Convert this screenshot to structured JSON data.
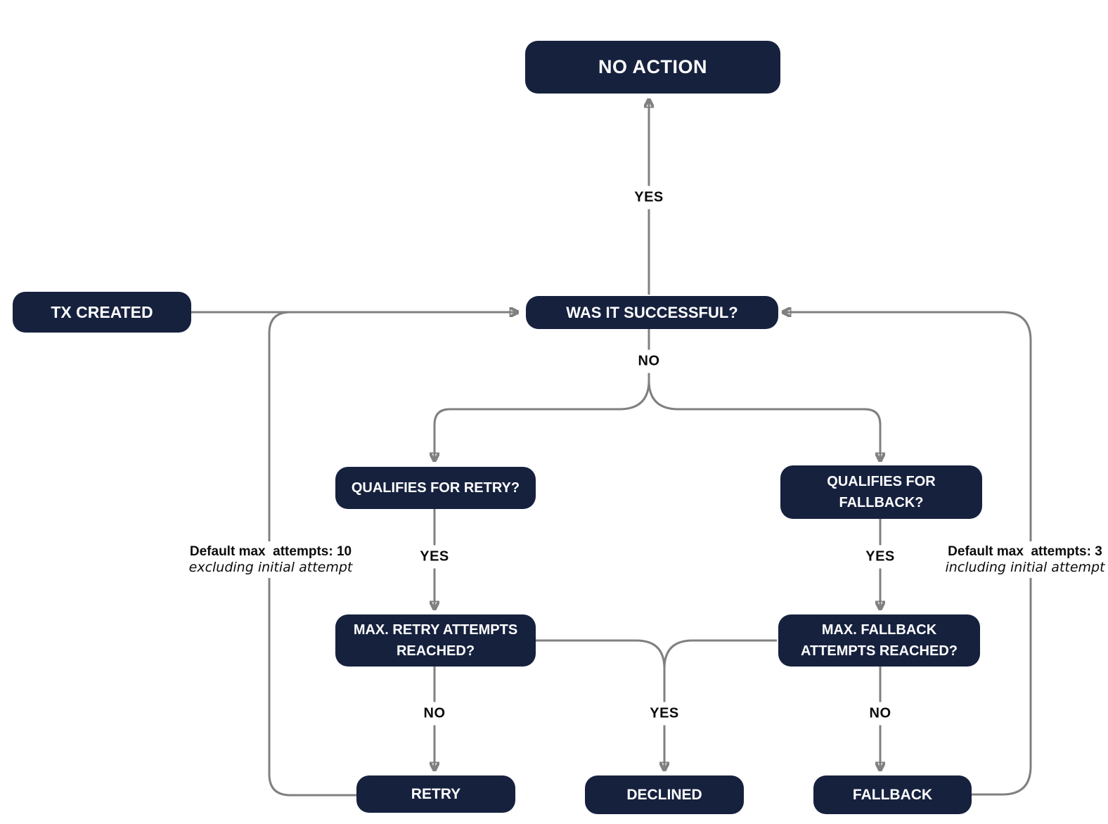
{
  "diagram": {
    "nodes": {
      "no_action": "NO ACTION",
      "tx_created": "TX CREATED",
      "was_successful": "WAS IT SUCCESSFUL?",
      "qualifies_retry": "QUALIFIES FOR RETRY?",
      "qualifies_fallback": "QUALIFIES FOR FALLBACK?",
      "max_retry": "MAX. RETRY ATTEMPTS REACHED?",
      "max_fallback": "MAX. FALLBACK ATTEMPTS REACHED?",
      "retry": "RETRY",
      "declined": "DECLINED",
      "fallback": "FALLBACK"
    },
    "edge_labels": {
      "success_yes": "YES",
      "success_no": "NO",
      "retry_qualify_yes": "YES",
      "fallback_qualify_yes": "YES",
      "max_retry_no": "NO",
      "max_reached_yes": "YES",
      "max_fallback_no": "NO"
    },
    "annotations": {
      "retry_limit": {
        "title": "Default max  attempts: 10",
        "subtitle": "excluding initial attempt"
      },
      "fallback_limit": {
        "title": "Default max  attempts: 3",
        "subtitle": "including initial attempt"
      }
    },
    "colors": {
      "node_fill": "#16213E",
      "node_text": "#FFFFFF",
      "edge": "#808080",
      "label_text": "#0B0B0B",
      "background": "#FFFFFF"
    }
  }
}
